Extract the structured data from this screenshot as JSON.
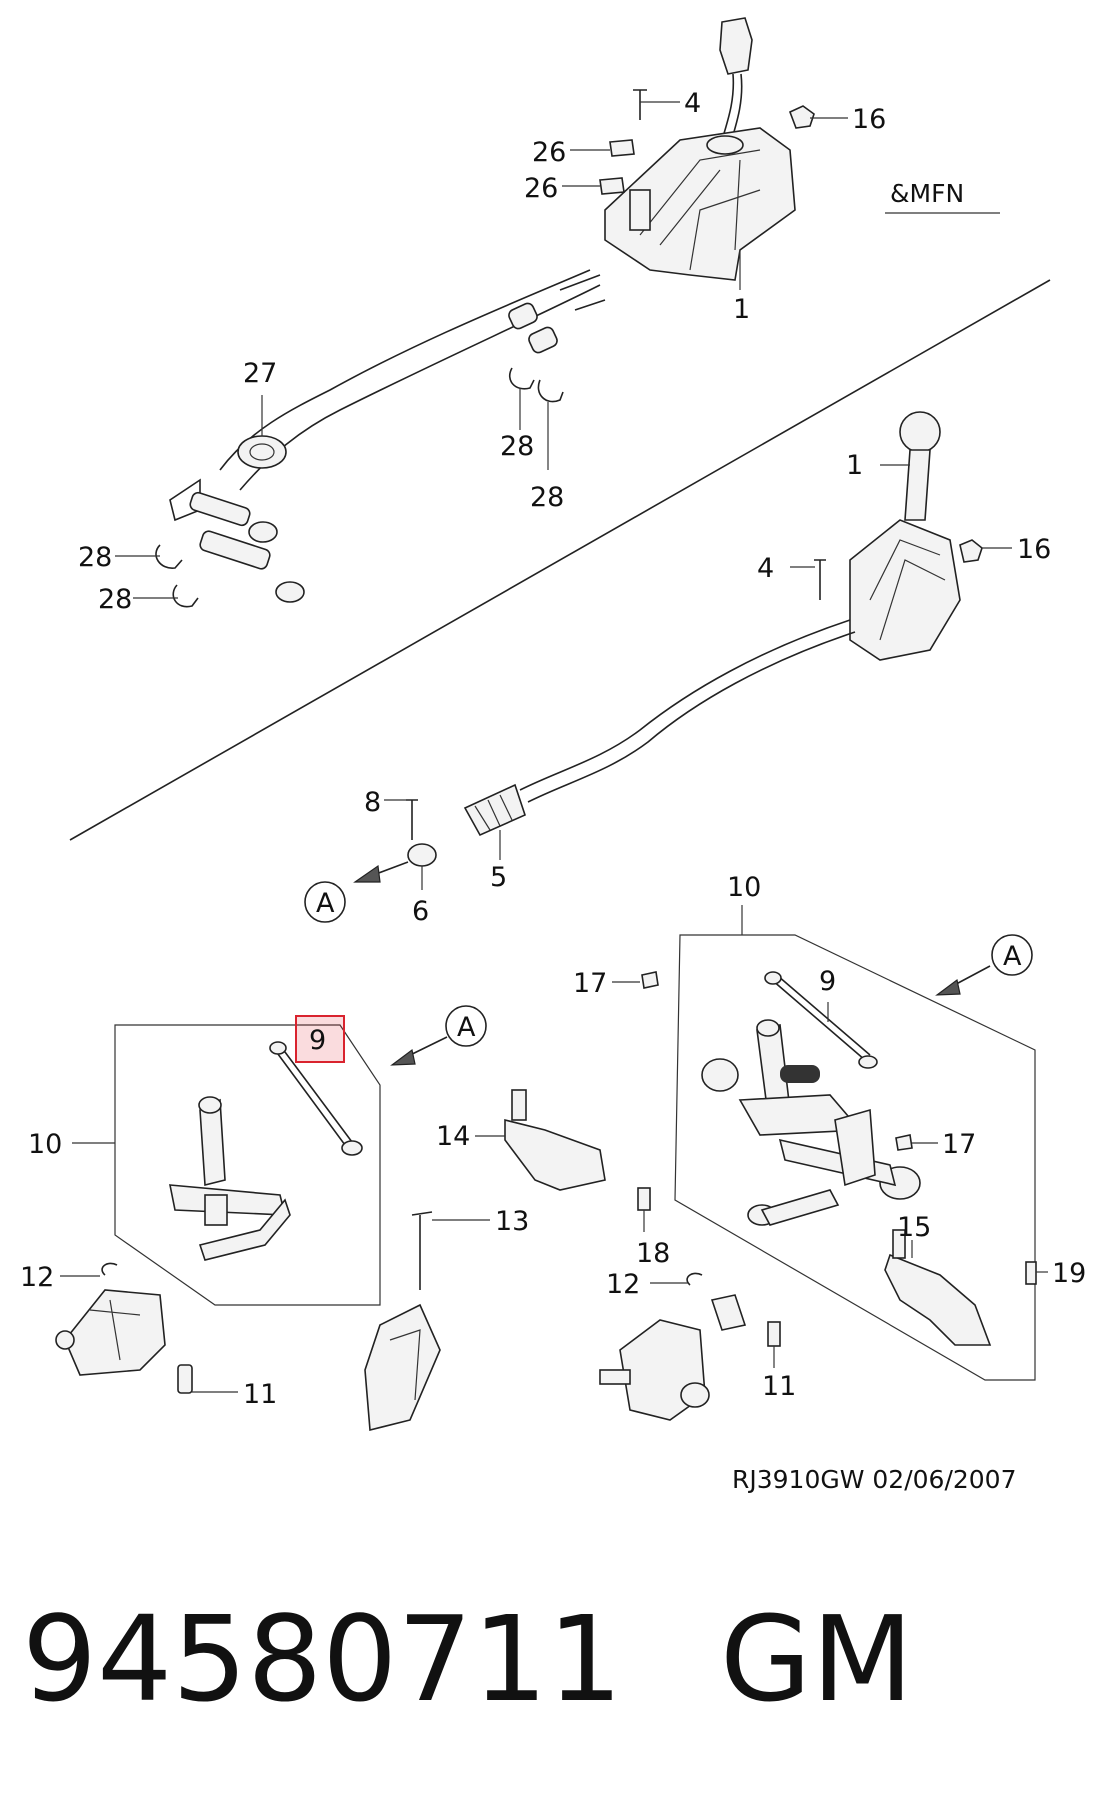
{
  "callouts": {
    "top_assembly": [
      {
        "id": "c-4",
        "text": "4"
      },
      {
        "id": "c-16",
        "text": "16"
      },
      {
        "id": "c-26a",
        "text": "26"
      },
      {
        "id": "c-26b",
        "text": "26"
      },
      {
        "id": "c-1",
        "text": "1"
      },
      {
        "id": "c-27",
        "text": "27"
      },
      {
        "id": "c-28a",
        "text": "28"
      },
      {
        "id": "c-28b",
        "text": "28"
      },
      {
        "id": "c-28c",
        "text": "28"
      },
      {
        "id": "c-28d",
        "text": "28"
      }
    ],
    "variant_code": "&MFN",
    "middle_assembly": [
      {
        "id": "m-1",
        "text": "1"
      },
      {
        "id": "m-4",
        "text": "4"
      },
      {
        "id": "m-16",
        "text": "16"
      },
      {
        "id": "m-8",
        "text": "8"
      },
      {
        "id": "m-6",
        "text": "6"
      },
      {
        "id": "m-5",
        "text": "5"
      },
      {
        "id": "m-A",
        "text": "A"
      }
    ],
    "left_detail": [
      {
        "id": "l-9",
        "text": "9"
      },
      {
        "id": "l-A",
        "text": "A"
      },
      {
        "id": "l-10",
        "text": "10"
      },
      {
        "id": "l-12",
        "text": "12"
      },
      {
        "id": "l-11",
        "text": "11"
      },
      {
        "id": "l-13",
        "text": "13"
      },
      {
        "id": "l-14",
        "text": "14"
      },
      {
        "id": "l-18",
        "text": "18"
      }
    ],
    "right_detail": [
      {
        "id": "r-10",
        "text": "10"
      },
      {
        "id": "r-A",
        "text": "A"
      },
      {
        "id": "r-17a",
        "text": "17"
      },
      {
        "id": "r-9",
        "text": "9"
      },
      {
        "id": "r-17b",
        "text": "17"
      },
      {
        "id": "r-15",
        "text": "15"
      },
      {
        "id": "r-19",
        "text": "19"
      },
      {
        "id": "r-12",
        "text": "12"
      },
      {
        "id": "r-11",
        "text": "11"
      }
    ]
  },
  "highlighted_callout": "9",
  "drawing_ref": "RJ3910GW  02/06/2007",
  "part_number": "94580711",
  "brand": "GM",
  "colors": {
    "highlight_stroke": "#d9232e",
    "highlight_fill": "#e63c46",
    "line": "#222222",
    "background": "#ffffff"
  }
}
